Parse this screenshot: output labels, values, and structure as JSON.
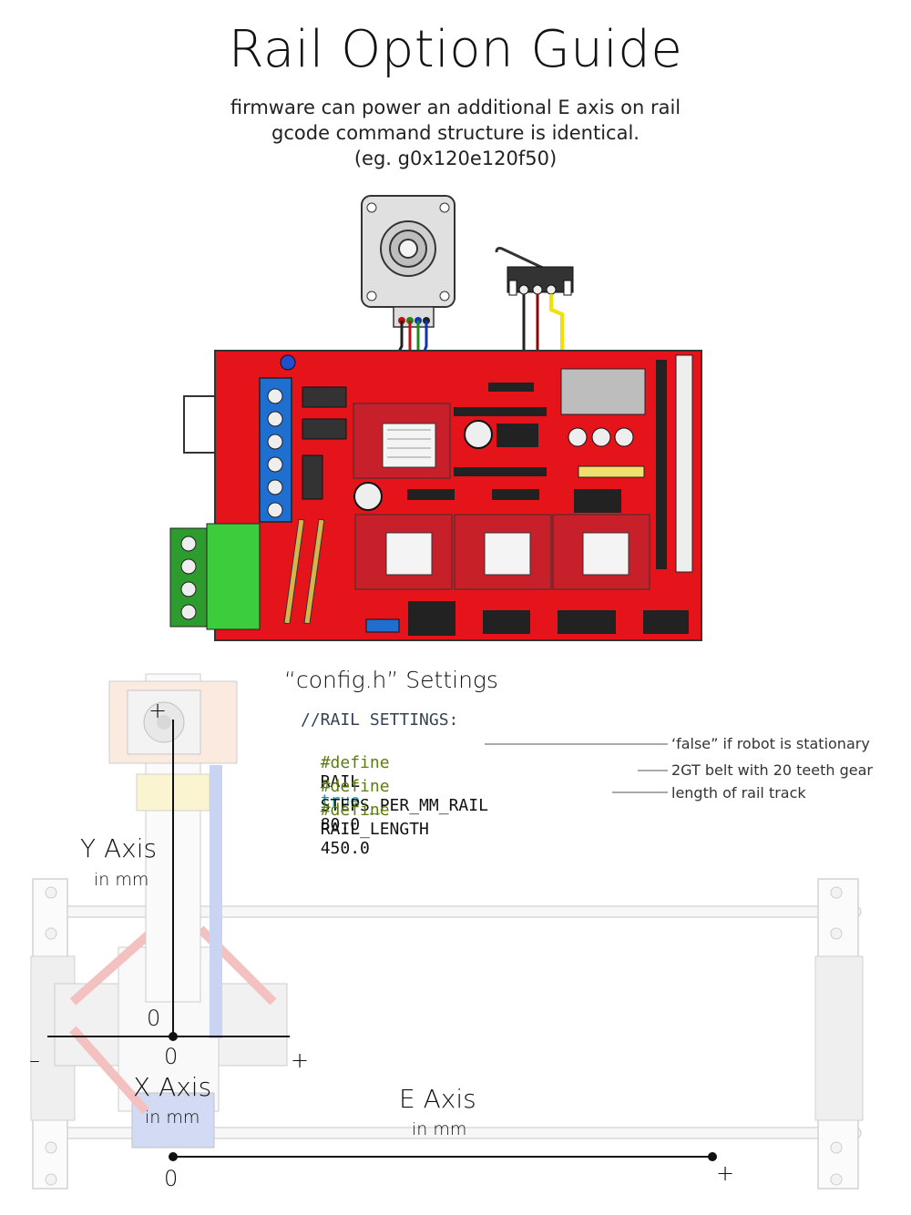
{
  "title": "Rail Option Guide",
  "subtitle_lines": [
    "firmware can power an additional E axis on rail",
    "gcode command structure is identical.",
    "(eg. g0x120e120f50)"
  ],
  "config": {
    "heading": "“config.h” Settings",
    "comment": "//RAIL SETTINGS:",
    "lines": [
      {
        "keyword": "#define",
        "name": "RAIL",
        "value": "true",
        "note": "‘false” if robot is stationary"
      },
      {
        "keyword": "#define",
        "name": "STEPS_PER_MM_RAIL",
        "value": "80.0",
        "note": "2GT belt with 20 teeth gear"
      },
      {
        "keyword": "#define",
        "name": "RAIL_LENGTH",
        "value": "450.0",
        "note": "length of rail track"
      }
    ]
  },
  "axes": {
    "y": {
      "label": "Y Axis",
      "unit": "in mm",
      "plus": "+",
      "zero": "0"
    },
    "x": {
      "label": "X Axis",
      "unit": "in mm",
      "minus": "–",
      "plus": "+",
      "zero": "0"
    },
    "e": {
      "label": "E Axis",
      "unit": "in mm",
      "zero": "0",
      "plus": "+"
    }
  },
  "colors": {
    "board_red": "#e5141b",
    "terminal_blue": "#1f6fd1",
    "terminal_green": "#3ccc3c",
    "wire_red": "#c01010",
    "wire_green": "#1c8a1c",
    "wire_blue": "#1030c0",
    "wire_yellow": "#f2e000",
    "keyword_green": "#5d7d12",
    "value_teal": "#1a9c9c"
  }
}
